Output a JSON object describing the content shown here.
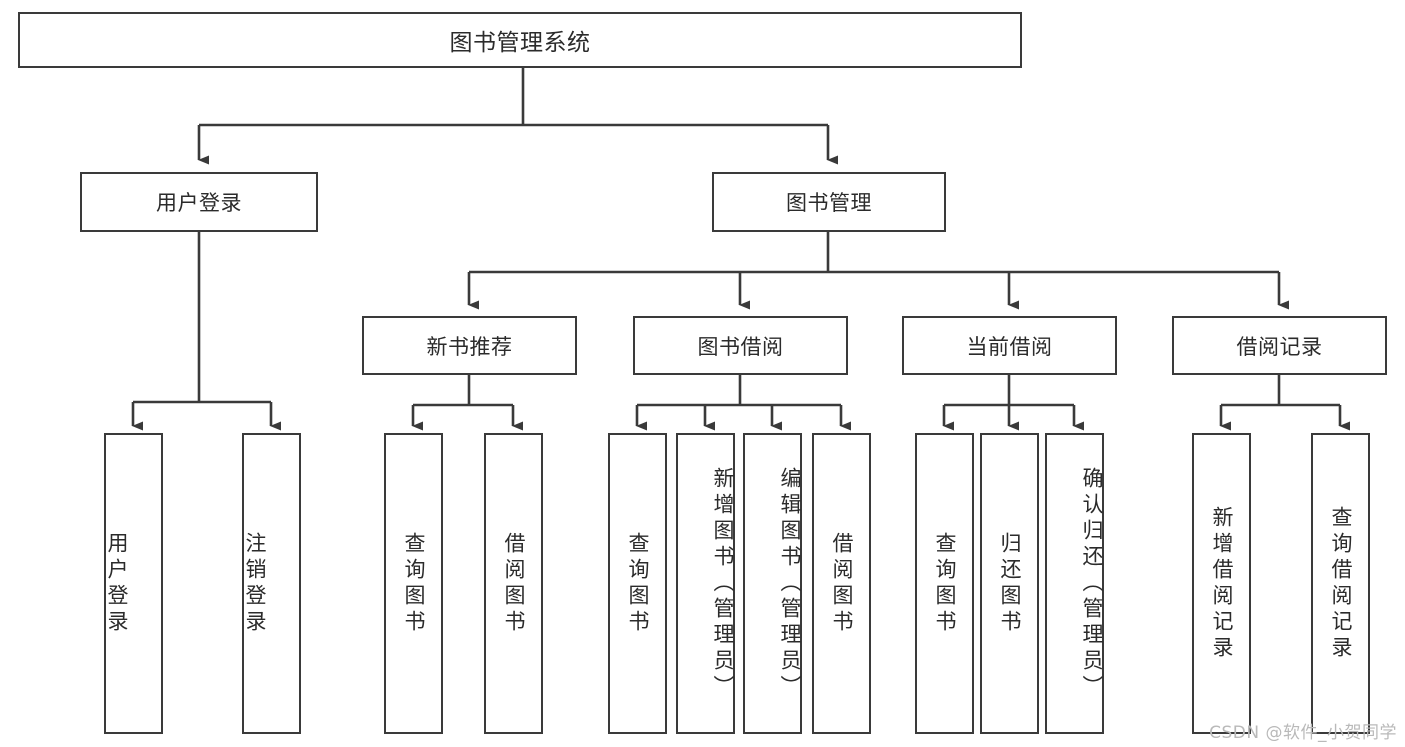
{
  "diagram": {
    "type": "tree",
    "title": "图书管理系统",
    "watermark": "CSDN @软件_小贺同学",
    "colors": {
      "box_border": "#3a3a3a",
      "box_fill": "#ffffff",
      "text": "#2b2b2b",
      "connector": "#3a3a3a",
      "watermark": "#b9b9b9",
      "background": "#ffffff"
    },
    "root": {
      "label": "图书管理系统"
    },
    "level1": [
      {
        "id": "user-login",
        "label": "用户登录"
      },
      {
        "id": "book-manage",
        "label": "图书管理"
      }
    ],
    "level2": [
      {
        "id": "new-book-recommend",
        "label": "新书推荐",
        "parent": "book-manage"
      },
      {
        "id": "book-borrow",
        "label": "图书借阅",
        "parent": "book-manage"
      },
      {
        "id": "current-borrow",
        "label": "当前借阅",
        "parent": "book-manage"
      },
      {
        "id": "borrow-record",
        "label": "借阅记录",
        "parent": "book-manage"
      }
    ],
    "leaves": [
      {
        "id": "leaf-user-login",
        "label": "用户登录",
        "parent": "user-login"
      },
      {
        "id": "leaf-logout",
        "label": "注销登录",
        "parent": "user-login"
      },
      {
        "id": "leaf-query-book-1",
        "label": "查询图书",
        "parent": "new-book-recommend"
      },
      {
        "id": "leaf-borrow-book-1",
        "label": "借阅图书",
        "parent": "new-book-recommend"
      },
      {
        "id": "leaf-query-book-2",
        "label": "查询图书",
        "parent": "book-borrow"
      },
      {
        "id": "leaf-add-book",
        "label": "新增图书（管理员）",
        "parent": "book-borrow"
      },
      {
        "id": "leaf-edit-book",
        "label": "编辑图书（管理员）",
        "parent": "book-borrow"
      },
      {
        "id": "leaf-borrow-book-2",
        "label": "借阅图书",
        "parent": "book-borrow"
      },
      {
        "id": "leaf-query-book-3",
        "label": "查询图书",
        "parent": "current-borrow"
      },
      {
        "id": "leaf-return-book",
        "label": "归还图书",
        "parent": "current-borrow"
      },
      {
        "id": "leaf-confirm-return",
        "label": "确认归还（管理员）",
        "parent": "current-borrow"
      },
      {
        "id": "leaf-add-record",
        "label": "新增借阅记录",
        "parent": "borrow-record"
      },
      {
        "id": "leaf-query-record",
        "label": "查询借阅记录",
        "parent": "borrow-record"
      }
    ]
  }
}
